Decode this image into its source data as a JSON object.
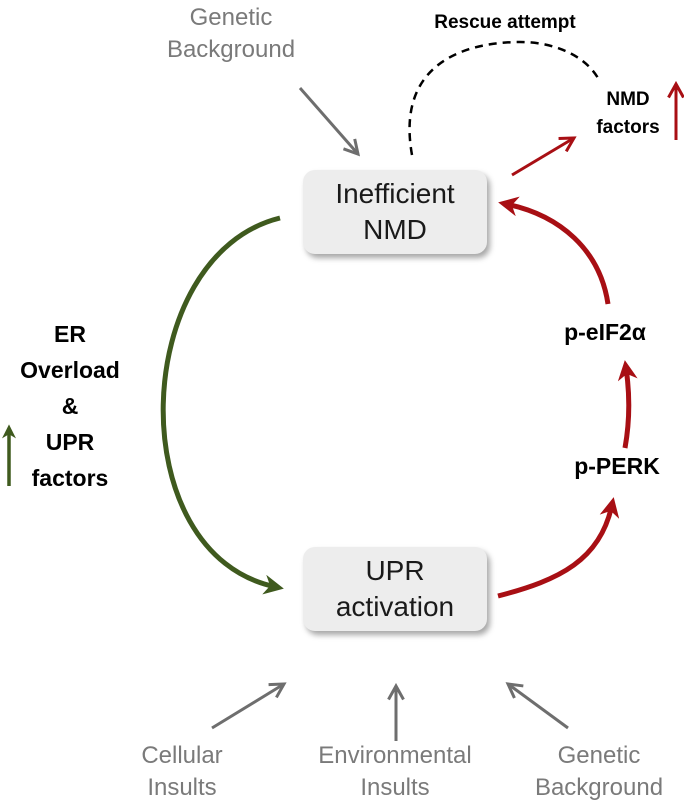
{
  "nodes": {
    "nmd_box": {
      "line1": "Inefficient",
      "line2": "NMD"
    },
    "upr_box": {
      "line1": "UPR",
      "line2": "activation"
    }
  },
  "top_input": {
    "line1": "Genetic",
    "line2": "Background"
  },
  "rescue_label": "Rescue attempt",
  "nmd_factors": {
    "line1": "NMD",
    "line2": "factors"
  },
  "left_label": {
    "line1": "ER",
    "line2": "Overload",
    "line3": "&",
    "line4": "UPR",
    "line5": "factors"
  },
  "right_labels": {
    "peif2a": "p-eIF2α",
    "pperk": "p-PERK"
  },
  "bottom_inputs": {
    "cellular": {
      "line1": "Cellular",
      "line2": "Insults"
    },
    "environmental": {
      "line1": "Environmental",
      "line2": "Insults"
    },
    "genetic": {
      "line1": "Genetic",
      "line2": "Background"
    }
  },
  "colors": {
    "green": "#3f5a1e",
    "red": "#a80f14",
    "gray": "#6e6e6e",
    "box": "#ededed"
  }
}
